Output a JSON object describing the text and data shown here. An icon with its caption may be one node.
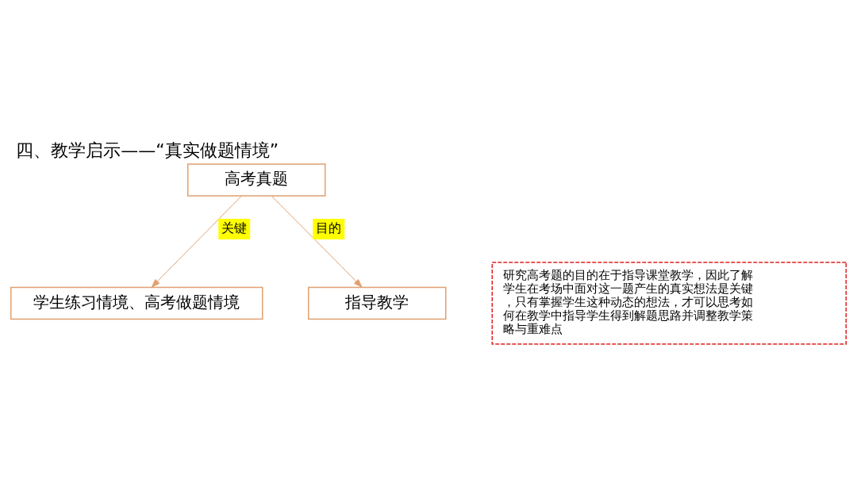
{
  "diagram": {
    "title": "四、教学启示——“真实做题情境”",
    "nodes": [
      {
        "text": [
          "高考真题"
        ]
      },
      {
        "text": [
          "学生练习情境、高考做题情境"
        ]
      },
      {
        "text": [
          "指导教学"
        ]
      },
      {
        "text": [
          "研究高考题的目的在于指导课堂教学，因此了解学生在考场中面对这一题产生的真实想法是关键，只有掌握学生这种动态的想法，才可以思考如何在教学中指导学生得到解题思路并调整教学策略与重难点"
        ]
      }
    ],
    "edges": [
      {
        "from": 0,
        "to": 1,
        "arrow": "to",
        "label": "关键"
      },
      {
        "from": 0,
        "to": 2,
        "arrow": "to",
        "label": "目的"
      }
    ]
  }
}
